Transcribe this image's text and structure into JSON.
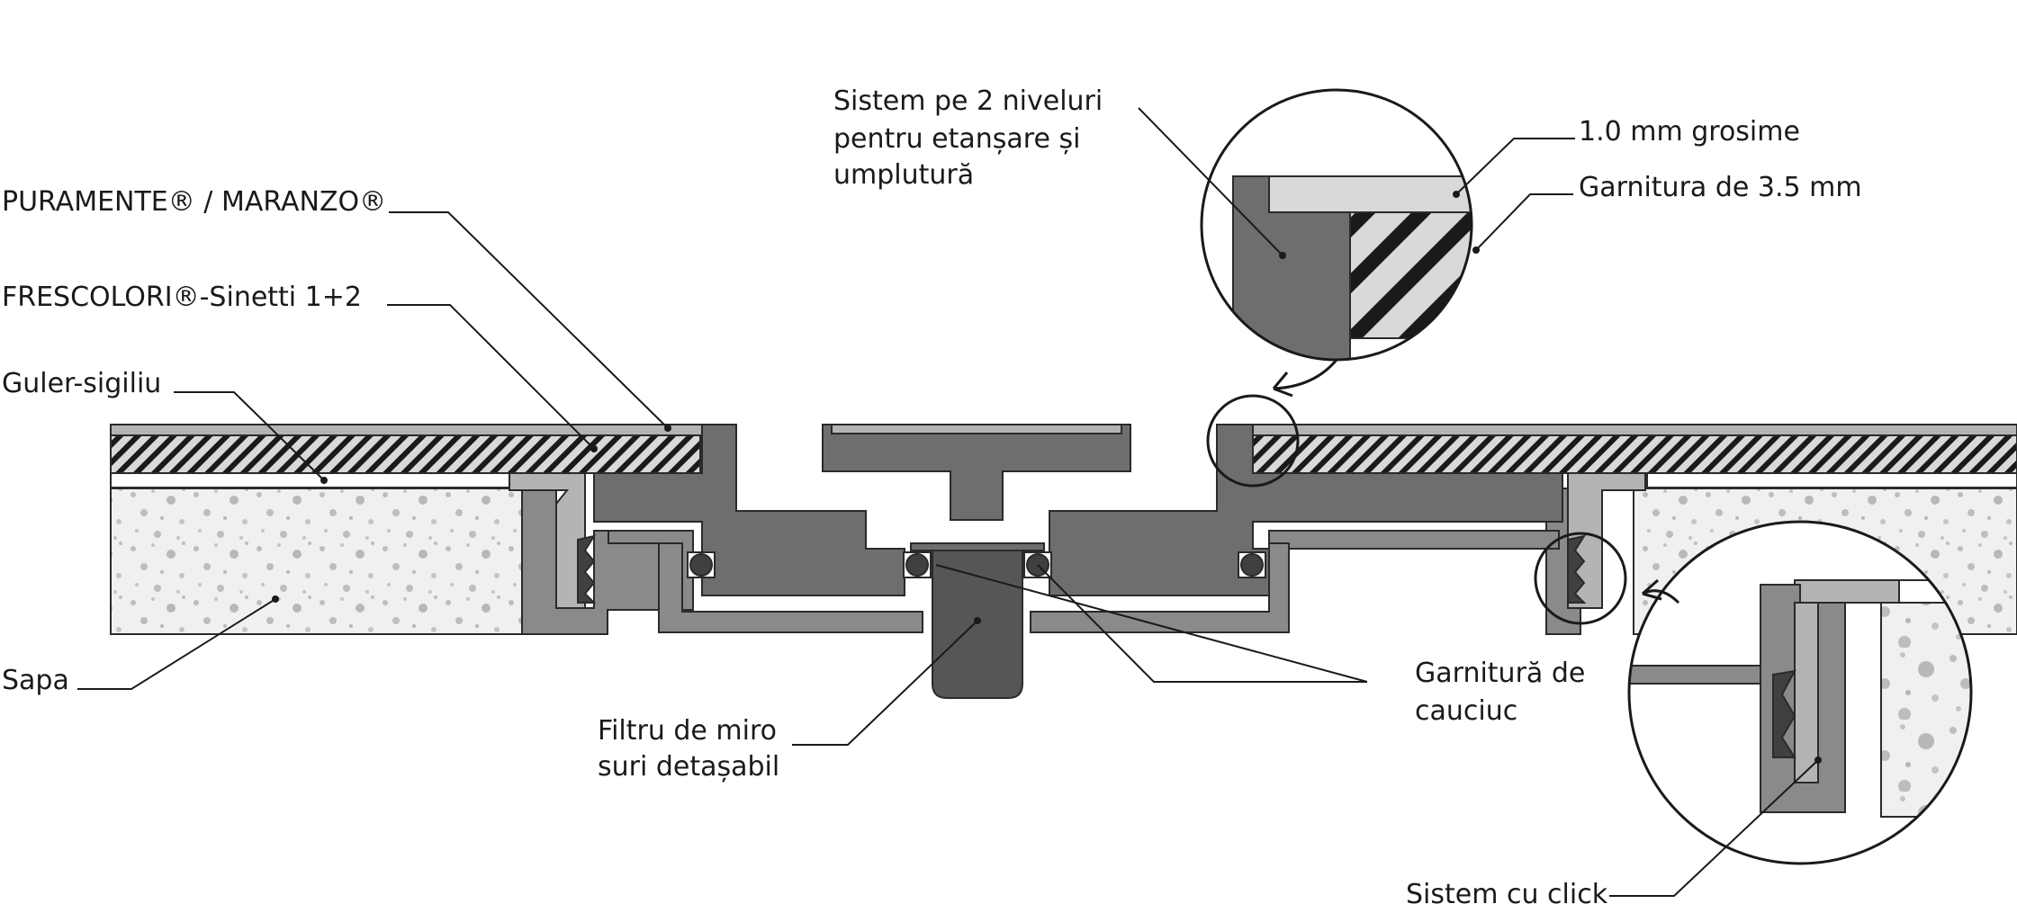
{
  "labels": {
    "puramente": "PURAMENTE® / MARANZO®",
    "frescolori": "FRESCOLORI®-Sinetti 1+2",
    "guler": "Guler-sigiliu",
    "sapa": "Sapa",
    "sistem_nivel": [
      "Sistem pe 2 niveluri",
      "pentru etanșare și",
      "umplutură"
    ],
    "grosime": "1.0 mm grosime",
    "garnitura_35": "Garnitura de 3.5 mm",
    "garnitura_cauciuc": [
      "Garnitură de",
      "cauciuc"
    ],
    "filtru": [
      "Filtru de miro",
      "suri detașabil"
    ],
    "sistem_click": "Sistem cu click"
  },
  "colors": {
    "dark": "#6e6e6e",
    "medium": "#8a8a8a",
    "light": "#b4b4b4",
    "pale": "#d9d9d9",
    "screed": "#f0f0f0",
    "filter": "#565656",
    "gasket": "#404040"
  },
  "icons": {
    "seal": "gasket-circle-icon",
    "arrow": "curved-arrow-icon"
  }
}
